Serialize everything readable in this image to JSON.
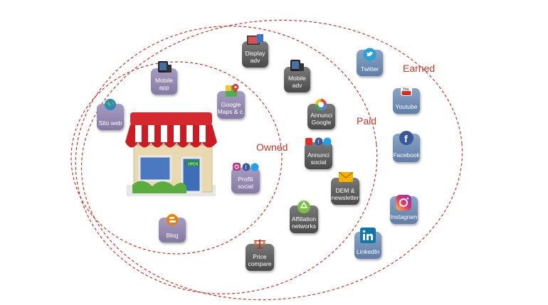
{
  "zones": {
    "owned": "Owned",
    "paid": "Paid",
    "earned": "Earned"
  },
  "tiles": {
    "sito_web": "Sito web",
    "mobile_app": "Mobile\napp",
    "google_maps": "Google\nMaps & c.",
    "profili_social": "Profili\nsocial",
    "blog": "Blog",
    "display_adv": "Display\nadv",
    "mobile_adv": "Mobile\nadv",
    "annunci_google": "Annunci\nGoogle",
    "annunci_social": "Annunci\nsocial",
    "dem_newsletter": "DEM &\nnewsletter",
    "affiliation": "Affiliation\nnetworks",
    "price_compare": "Price\ncompare",
    "twitter": "Twitter",
    "youtube": "Youtube",
    "facebook": "Facebook",
    "instagram": "Instagram",
    "linkedin": "LinkedIn"
  },
  "store_sign": "OPEN",
  "colors": {
    "circle": "#c0392b",
    "owned_tile": "#9a8fb5",
    "paid_tile": "#5a5a5a",
    "earned_tile": "#7391b8",
    "awning_red": "#c8161d"
  }
}
